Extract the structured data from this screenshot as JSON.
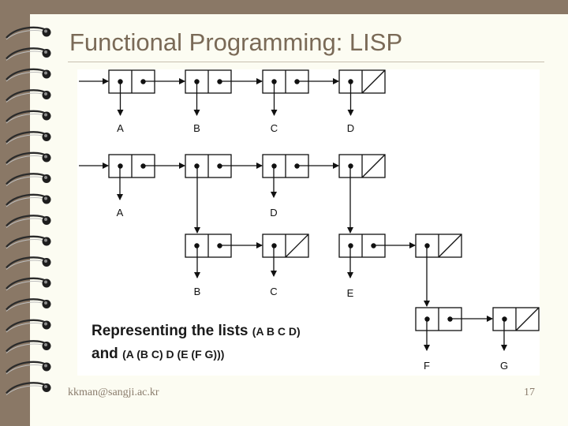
{
  "slide": {
    "title": "Functional Programming: LISP",
    "caption": {
      "line1_text": "Representing the lists ",
      "line1_list": "(A B C D)",
      "line2_text": "and ",
      "line2_list": "(A (B C) D (E (F G)))"
    },
    "footer": {
      "email": "kkman@sangji.ac.kr",
      "page_number": "17"
    }
  },
  "diagram": {
    "atoms": {
      "list1": [
        "A",
        "B",
        "C",
        "D"
      ],
      "list2_top": [
        "A",
        "D"
      ],
      "list2_sub1": [
        "B",
        "C"
      ],
      "list2_sub2": [
        "E"
      ],
      "list2_sub3": [
        "F",
        "G"
      ]
    }
  },
  "colors": {
    "background": "#8a7866",
    "slide": "#fcfcf2",
    "title": "#7a6a57",
    "diagram_bg": "#ffffff",
    "diagram_stroke": "#111111"
  }
}
